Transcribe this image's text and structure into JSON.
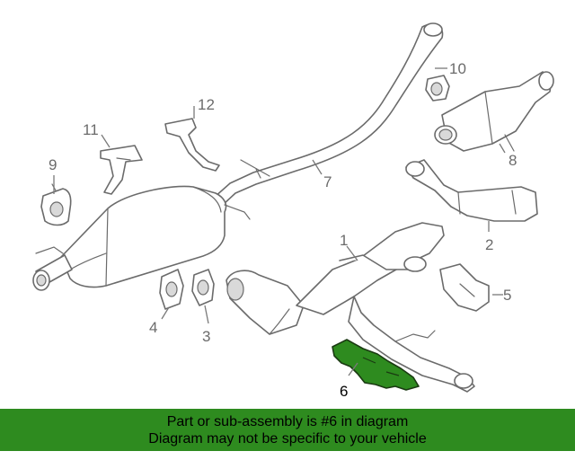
{
  "highlight_color": "#2e8b1f",
  "callouts": {
    "c1": "1",
    "c2": "2",
    "c3": "3",
    "c4": "4",
    "c5": "5",
    "c6": "6",
    "c7": "7",
    "c8": "8",
    "c9": "9",
    "c10": "10",
    "c11": "11",
    "c12": "12"
  },
  "banner": {
    "line1": "Part or sub-assembly is #6 in diagram",
    "line2": "Diagram may not be specific to your vehicle"
  }
}
